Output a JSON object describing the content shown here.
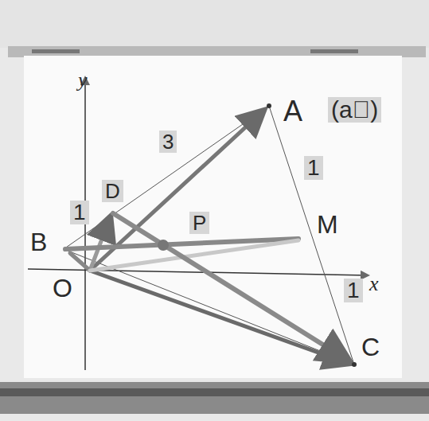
{
  "diagram": {
    "labels": [
      "y",
      "A",
      "(a⃗)",
      "3",
      "1",
      "D",
      "P",
      "M",
      "B",
      "1",
      "O",
      "1",
      "x",
      "C"
    ]
  }
}
